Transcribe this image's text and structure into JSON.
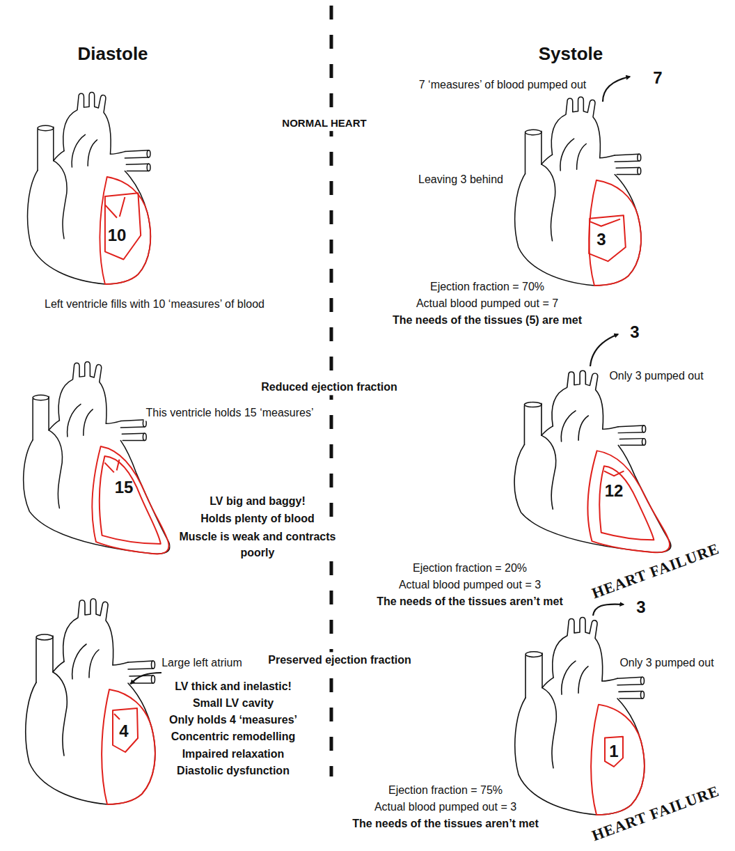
{
  "diagram": {
    "nodes": [
      {
        "text": [
          "10"
        ]
      },
      {
        "text": [
          "3"
        ]
      },
      {
        "text": [
          "15"
        ]
      },
      {
        "text": [
          "12"
        ]
      },
      {
        "text": [
          "4"
        ]
      },
      {
        "text": [
          "1"
        ]
      }
    ],
    "labels": [
      "Diastole",
      "Systole",
      "7 ‘measures’ of blood pumped out",
      "7",
      "NORMAL HEART",
      "Leaving 3 behind",
      "Left ventricle fills with 10 ‘measures’ of blood",
      "Ejection fraction = 70%",
      "Actual blood pumped out = 7",
      "The needs of the tissues (5) are met",
      "3",
      "Only 3 pumped out",
      "Reduced ejection fraction",
      "This ventricle holds 15 ‘measures’",
      "LV big and baggy!",
      "Holds plenty of blood",
      "Muscle is weak and contracts poorly",
      "Ejection fraction = 20%",
      "Actual blood pumped out = 3",
      "The needs of the tissues aren’t met",
      "HEART FAILURE",
      "3",
      "Only 3 pumped out",
      "Large left atrium",
      "Preserved ejection fraction",
      "LV thick and inelastic!",
      "Small LV cavity",
      "Only holds 4 ‘measures’",
      "Concentric remodelling",
      "Impaired relaxation",
      "Diastolic dysfunction",
      "Ejection fraction = 75%",
      "Actual blood pumped out = 3",
      "The needs of the tissues aren’t met",
      "HEART FAILURE"
    ]
  }
}
